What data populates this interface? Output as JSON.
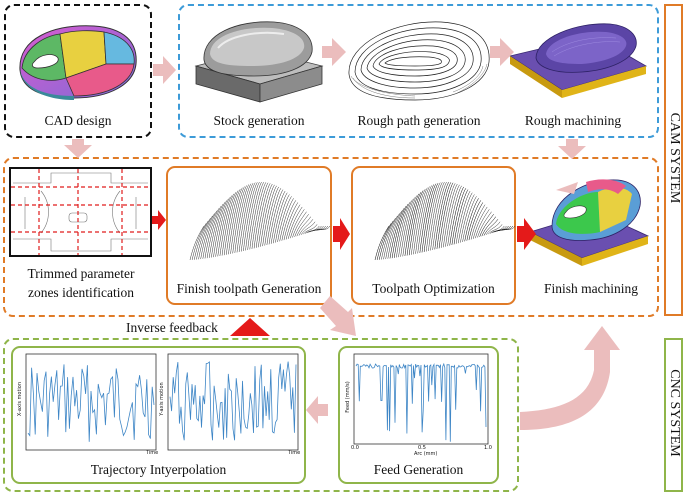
{
  "stages": {
    "cad_design": "CAD design",
    "stock_generation": "Stock generation",
    "rough_path_generation": "Rough path generation",
    "rough_machining": "Rough machining",
    "trimmed_zones_line1": "Trimmed parameter",
    "trimmed_zones_line2": "zones   identification",
    "finish_toolpath_generation": "Finish toolpath Generation",
    "toolpath_optimization": "Toolpath Optimization",
    "finish_machining": "Finish machining",
    "trajectory_interpolation": "Trajectory Intyerpolation",
    "feed_generation": "Feed Generation"
  },
  "feedback_label": "Inverse feedback",
  "systems": {
    "cam": "CAM SYSTEM",
    "cnc": "CNC SYSTEM"
  },
  "plots": {
    "x_axis_plot": {
      "ylabel": "X-axis motion",
      "xlabel": "Time"
    },
    "y_axis_plot": {
      "ylabel": "Y-axis motion",
      "xlabel": "Time"
    },
    "feed_plot": {
      "ylabel": "Feed (mm/s)",
      "xlabel": "Arc (mm)",
      "ticks": [
        "0.0",
        "0.5",
        "1.0"
      ]
    }
  },
  "colors": {
    "orange": "#e07b27",
    "blue": "#3d9bd8",
    "green": "#8fb54a",
    "pink_arrow": "#ebbdbd",
    "red_arrow": "#e41a1a"
  }
}
